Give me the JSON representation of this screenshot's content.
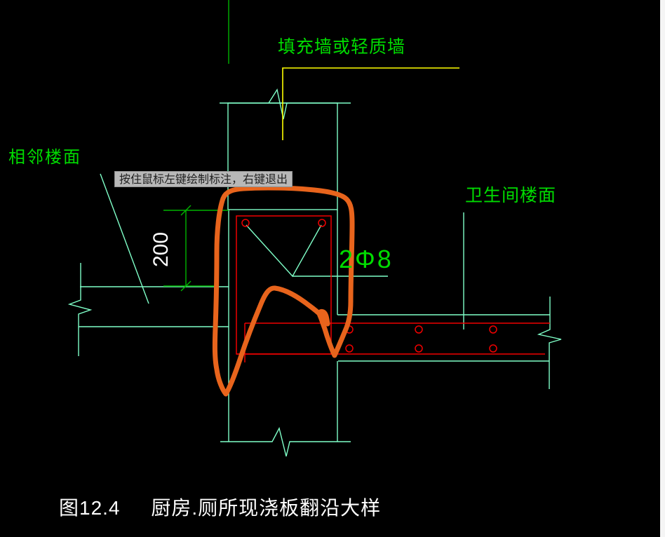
{
  "app": {
    "view": "cad-drawing-canvas"
  },
  "tooltip": {
    "text": "按住鼠标左键绘制标注，右键退出"
  },
  "annotations": {
    "wall_label": "填充墙或轻质墙",
    "adjacent_floor_label": "相邻楼面",
    "bathroom_floor_label": "卫生间楼面",
    "rebar_label": "2Φ8",
    "dimension_value": "200",
    "caption": "图12.4     厨房.厕所现浇板翻沿大样"
  },
  "colors": {
    "background": "#000000",
    "outline": "#7fffc8",
    "hatch": "#ffffff",
    "label_green": "#00dc00",
    "dimension_green": "#00b400",
    "leader_yellow": "#ffff00",
    "rebar_red": "#f00000",
    "annotation_orange": "#e8641c",
    "dimension_text": "#ffffff",
    "caption_text": "#ffffff",
    "tooltip_bg": "#b8b8b8",
    "tooltip_text": "#1f1f1f",
    "right_edge_strip": "#f5f5f5"
  }
}
